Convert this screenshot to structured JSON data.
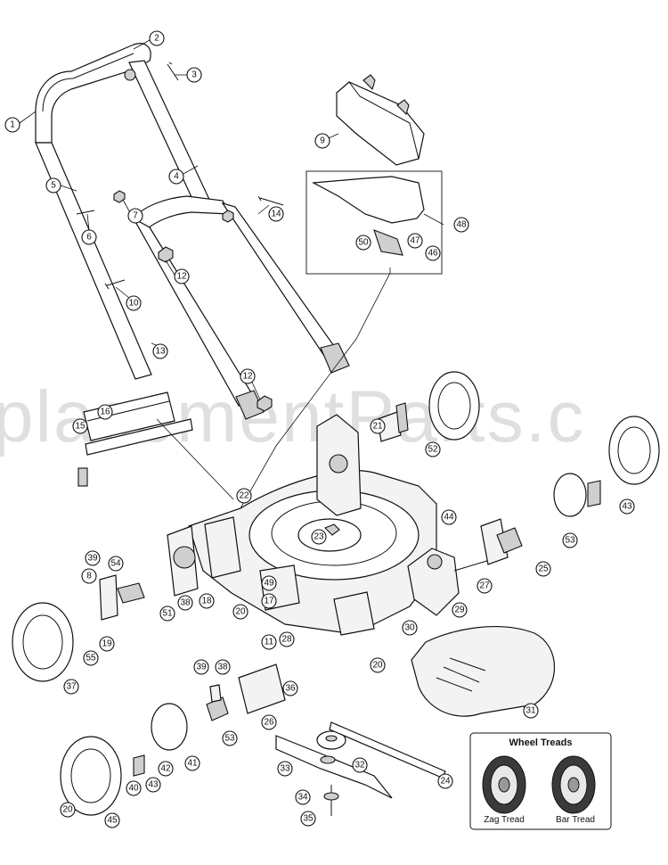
{
  "diagram": {
    "watermark": "placementParts.c",
    "inset": {
      "title": "Wheel Treads",
      "labels": [
        "Zag Tread",
        "Bar Tread"
      ]
    },
    "callouts": [
      "1",
      "2",
      "3",
      "4",
      "5",
      "6",
      "7",
      "8",
      "9",
      "10",
      "11",
      "12",
      "12",
      "13",
      "14",
      "15",
      "16",
      "17",
      "18",
      "19",
      "20",
      "20",
      "20",
      "20",
      "21",
      "22",
      "23",
      "24",
      "25",
      "26",
      "27",
      "28",
      "29",
      "30",
      "31",
      "32",
      "33",
      "34",
      "35",
      "36",
      "37",
      "38",
      "38",
      "39",
      "39",
      "40",
      "41",
      "42",
      "43",
      "43",
      "44",
      "45",
      "46",
      "47",
      "48",
      "49",
      "50",
      "51",
      "52",
      "53",
      "53",
      "54",
      "55"
    ]
  }
}
